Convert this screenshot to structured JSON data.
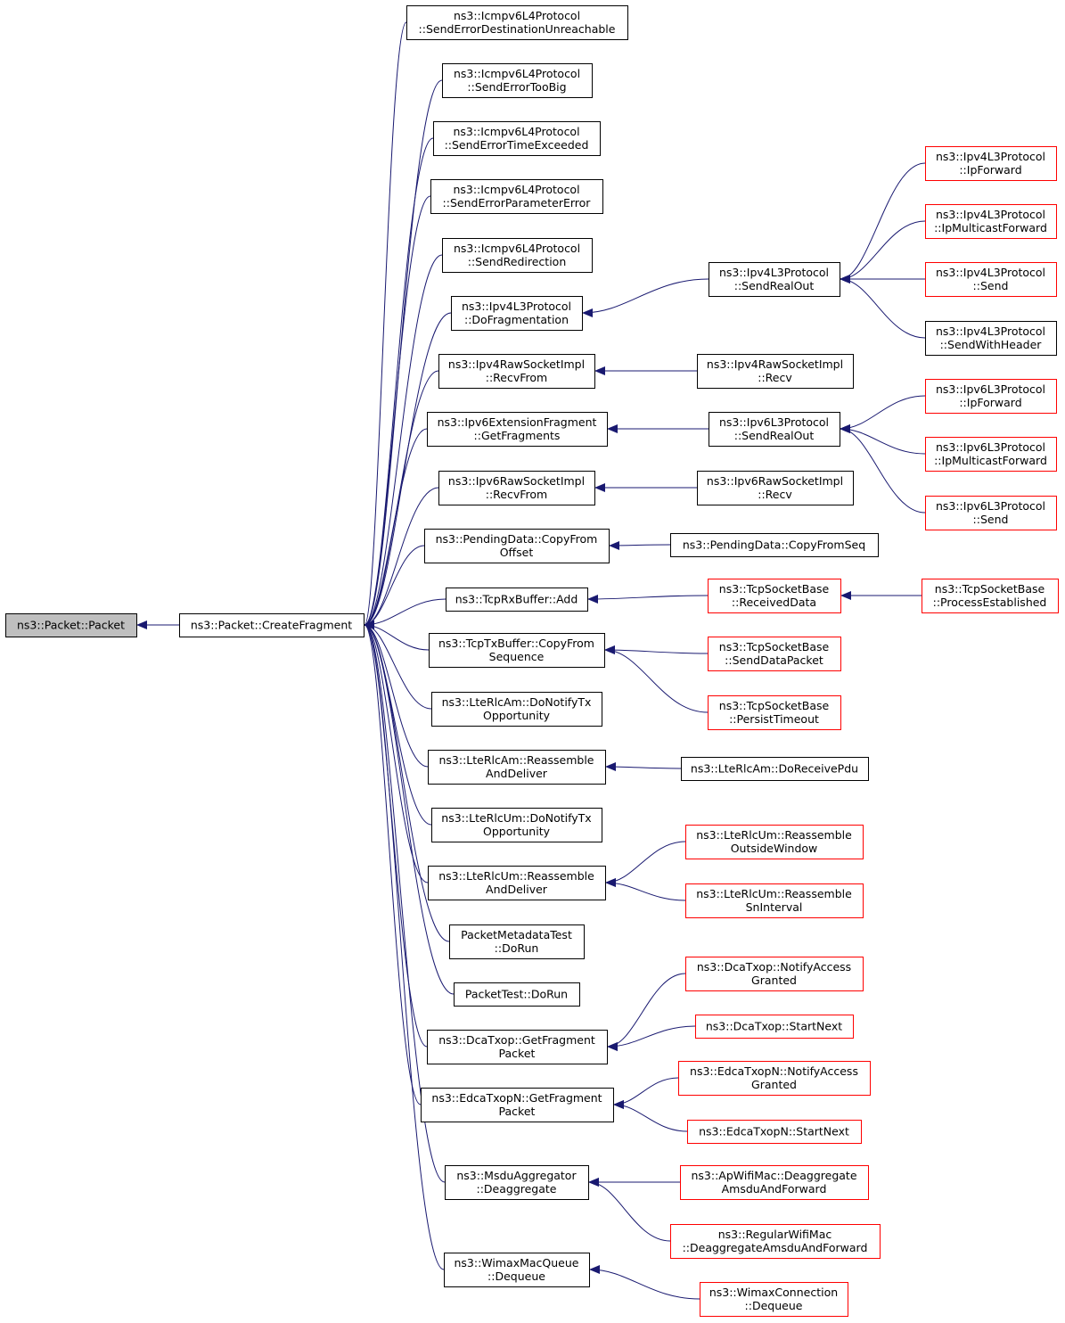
{
  "colors": {
    "edge": "#191970",
    "root_fill": "#bfbfbf",
    "node_fill": "#ffffff",
    "node_border": "#000000",
    "truncated_border": "#ff0000"
  },
  "nodes": [
    {
      "id": "packet",
      "lines": [
        "ns3::Packet::Packet"
      ],
      "root": true
    },
    {
      "id": "createfrag",
      "lines": [
        "ns3::Packet::CreateFragment"
      ]
    },
    {
      "id": "icmp_dest",
      "lines": [
        "ns3::Icmpv6L4Protocol",
        "::SendErrorDestinationUnreachable"
      ]
    },
    {
      "id": "icmp_big",
      "lines": [
        "ns3::Icmpv6L4Protocol",
        "::SendErrorTooBig"
      ]
    },
    {
      "id": "icmp_time",
      "lines": [
        "ns3::Icmpv6L4Protocol",
        "::SendErrorTimeExceeded"
      ]
    },
    {
      "id": "icmp_param",
      "lines": [
        "ns3::Icmpv6L4Protocol",
        "::SendErrorParameterError"
      ]
    },
    {
      "id": "icmp_redir",
      "lines": [
        "ns3::Icmpv6L4Protocol",
        "::SendRedirection"
      ]
    },
    {
      "id": "ipv4_dofrag",
      "lines": [
        "ns3::Ipv4L3Protocol",
        "::DoFragmentation"
      ]
    },
    {
      "id": "ipv4raw_recvfrom",
      "lines": [
        "ns3::Ipv4RawSocketImpl",
        "::RecvFrom"
      ]
    },
    {
      "id": "ipv6ext_getfrag",
      "lines": [
        "ns3::Ipv6ExtensionFragment",
        "::GetFragments"
      ]
    },
    {
      "id": "ipv6raw_recvfrom",
      "lines": [
        "ns3::Ipv6RawSocketImpl",
        "::RecvFrom"
      ]
    },
    {
      "id": "pending_copyoff",
      "lines": [
        "ns3::PendingData::CopyFrom",
        "Offset"
      ]
    },
    {
      "id": "tcprx_add",
      "lines": [
        "ns3::TcpRxBuffer::Add"
      ]
    },
    {
      "id": "tcptx_copyseq",
      "lines": [
        "ns3::TcpTxBuffer::CopyFrom",
        "Sequence"
      ]
    },
    {
      "id": "rlcam_notify",
      "lines": [
        "ns3::LteRlcAm::DoNotifyTx",
        "Opportunity"
      ]
    },
    {
      "id": "rlcam_reasm",
      "lines": [
        "ns3::LteRlcAm::Reassemble",
        "AndDeliver"
      ]
    },
    {
      "id": "rlcum_notify",
      "lines": [
        "ns3::LteRlcUm::DoNotifyTx",
        "Opportunity"
      ]
    },
    {
      "id": "rlcum_reasm",
      "lines": [
        "ns3::LteRlcUm::Reassemble",
        "AndDeliver"
      ]
    },
    {
      "id": "pmt_dorun",
      "lines": [
        "PacketMetadataTest",
        "::DoRun"
      ]
    },
    {
      "id": "pt_dorun",
      "lines": [
        "PacketTest::DoRun"
      ]
    },
    {
      "id": "dca_getfrag",
      "lines": [
        "ns3::DcaTxop::GetFragment",
        "Packet"
      ]
    },
    {
      "id": "edca_getfrag",
      "lines": [
        "ns3::EdcaTxopN::GetFragment",
        "Packet"
      ]
    },
    {
      "id": "msdu_deagg",
      "lines": [
        "ns3::MsduAggregator",
        "::Deaggregate"
      ]
    },
    {
      "id": "wimax_deq",
      "lines": [
        "ns3::WimaxMacQueue",
        "::Dequeue"
      ]
    },
    {
      "id": "ipv4_sendrealout",
      "lines": [
        "ns3::Ipv4L3Protocol",
        "::SendRealOut"
      ]
    },
    {
      "id": "ipv4raw_recv",
      "lines": [
        "ns3::Ipv4RawSocketImpl",
        "::Recv"
      ]
    },
    {
      "id": "ipv6_sendrealout",
      "lines": [
        "ns3::Ipv6L3Protocol",
        "::SendRealOut"
      ]
    },
    {
      "id": "ipv6raw_recv",
      "lines": [
        "ns3::Ipv6RawSocketImpl",
        "::Recv"
      ]
    },
    {
      "id": "pending_copyseq",
      "lines": [
        "ns3::PendingData::CopyFromSeq"
      ]
    },
    {
      "id": "tcp_recvdata",
      "lines": [
        "ns3::TcpSocketBase",
        "::ReceivedData"
      ],
      "truncated": true
    },
    {
      "id": "tcp_senddata",
      "lines": [
        "ns3::TcpSocketBase",
        "::SendDataPacket"
      ],
      "truncated": true
    },
    {
      "id": "tcp_persist",
      "lines": [
        "ns3::TcpSocketBase",
        "::PersistTimeout"
      ],
      "truncated": true
    },
    {
      "id": "rlcam_dorecv",
      "lines": [
        "ns3::LteRlcAm::DoReceivePdu"
      ]
    },
    {
      "id": "rlcum_outside",
      "lines": [
        "ns3::LteRlcUm::Reassemble",
        "OutsideWindow"
      ],
      "truncated": true
    },
    {
      "id": "rlcum_sninterval",
      "lines": [
        "ns3::LteRlcUm::Reassemble",
        "SnInterval"
      ],
      "truncated": true
    },
    {
      "id": "dca_notify",
      "lines": [
        "ns3::DcaTxop::NotifyAccess",
        "Granted"
      ],
      "truncated": true
    },
    {
      "id": "dca_startnext",
      "lines": [
        "ns3::DcaTxop::StartNext"
      ],
      "truncated": true
    },
    {
      "id": "edca_notify",
      "lines": [
        "ns3::EdcaTxopN::NotifyAccess",
        "Granted"
      ],
      "truncated": true
    },
    {
      "id": "edca_startnext",
      "lines": [
        "ns3::EdcaTxopN::StartNext"
      ],
      "truncated": true
    },
    {
      "id": "apwifi_deagg",
      "lines": [
        "ns3::ApWifiMac::Deaggregate",
        "AmsduAndForward"
      ],
      "truncated": true
    },
    {
      "id": "regwifi_deagg",
      "lines": [
        "ns3::RegularWifiMac",
        "::DeaggregateAmsduAndForward"
      ],
      "truncated": true
    },
    {
      "id": "wimaxconn_deq",
      "lines": [
        "ns3::WimaxConnection",
        "::Dequeue"
      ],
      "truncated": true
    },
    {
      "id": "ipv4_ipforward",
      "lines": [
        "ns3::Ipv4L3Protocol",
        "::IpForward"
      ],
      "truncated": true
    },
    {
      "id": "ipv4_ipmcast",
      "lines": [
        "ns3::Ipv4L3Protocol",
        "::IpMulticastForward"
      ],
      "truncated": true
    },
    {
      "id": "ipv4_send",
      "lines": [
        "ns3::Ipv4L3Protocol",
        "::Send"
      ],
      "truncated": true
    },
    {
      "id": "ipv4_sendhdr",
      "lines": [
        "ns3::Ipv4L3Protocol",
        "::SendWithHeader"
      ]
    },
    {
      "id": "ipv6_ipforward",
      "lines": [
        "ns3::Ipv6L3Protocol",
        "::IpForward"
      ],
      "truncated": true
    },
    {
      "id": "ipv6_ipmcast",
      "lines": [
        "ns3::Ipv6L3Protocol",
        "::IpMulticastForward"
      ],
      "truncated": true
    },
    {
      "id": "ipv6_send",
      "lines": [
        "ns3::Ipv6L3Protocol",
        "::Send"
      ],
      "truncated": true
    },
    {
      "id": "tcp_procest",
      "lines": [
        "ns3::TcpSocketBase",
        "::ProcessEstablished"
      ],
      "truncated": true
    }
  ],
  "edges": [
    {
      "from": "createfrag",
      "to": "packet"
    },
    {
      "from": "icmp_dest",
      "to": "createfrag"
    },
    {
      "from": "icmp_big",
      "to": "createfrag"
    },
    {
      "from": "icmp_time",
      "to": "createfrag"
    },
    {
      "from": "icmp_param",
      "to": "createfrag"
    },
    {
      "from": "icmp_redir",
      "to": "createfrag"
    },
    {
      "from": "ipv4_dofrag",
      "to": "createfrag"
    },
    {
      "from": "ipv4raw_recvfrom",
      "to": "createfrag"
    },
    {
      "from": "ipv6ext_getfrag",
      "to": "createfrag"
    },
    {
      "from": "ipv6raw_recvfrom",
      "to": "createfrag"
    },
    {
      "from": "pending_copyoff",
      "to": "createfrag"
    },
    {
      "from": "tcprx_add",
      "to": "createfrag"
    },
    {
      "from": "tcptx_copyseq",
      "to": "createfrag"
    },
    {
      "from": "rlcam_notify",
      "to": "createfrag"
    },
    {
      "from": "rlcam_reasm",
      "to": "createfrag"
    },
    {
      "from": "rlcum_notify",
      "to": "createfrag"
    },
    {
      "from": "rlcum_reasm",
      "to": "createfrag"
    },
    {
      "from": "pmt_dorun",
      "to": "createfrag"
    },
    {
      "from": "pt_dorun",
      "to": "createfrag"
    },
    {
      "from": "dca_getfrag",
      "to": "createfrag"
    },
    {
      "from": "edca_getfrag",
      "to": "createfrag"
    },
    {
      "from": "msdu_deagg",
      "to": "createfrag"
    },
    {
      "from": "wimax_deq",
      "to": "createfrag"
    },
    {
      "from": "ipv4_sendrealout",
      "to": "ipv4_dofrag"
    },
    {
      "from": "ipv4raw_recv",
      "to": "ipv4raw_recvfrom"
    },
    {
      "from": "ipv6_sendrealout",
      "to": "ipv6ext_getfrag"
    },
    {
      "from": "ipv6raw_recv",
      "to": "ipv6raw_recvfrom"
    },
    {
      "from": "pending_copyseq",
      "to": "pending_copyoff"
    },
    {
      "from": "tcp_recvdata",
      "to": "tcprx_add"
    },
    {
      "from": "tcp_senddata",
      "to": "tcptx_copyseq"
    },
    {
      "from": "tcp_persist",
      "to": "tcptx_copyseq"
    },
    {
      "from": "rlcam_dorecv",
      "to": "rlcam_reasm"
    },
    {
      "from": "rlcum_outside",
      "to": "rlcum_reasm"
    },
    {
      "from": "rlcum_sninterval",
      "to": "rlcum_reasm"
    },
    {
      "from": "dca_notify",
      "to": "dca_getfrag"
    },
    {
      "from": "dca_startnext",
      "to": "dca_getfrag"
    },
    {
      "from": "edca_notify",
      "to": "edca_getfrag"
    },
    {
      "from": "edca_startnext",
      "to": "edca_getfrag"
    },
    {
      "from": "apwifi_deagg",
      "to": "msdu_deagg"
    },
    {
      "from": "regwifi_deagg",
      "to": "msdu_deagg"
    },
    {
      "from": "wimaxconn_deq",
      "to": "wimax_deq"
    },
    {
      "from": "ipv4_ipforward",
      "to": "ipv4_sendrealout"
    },
    {
      "from": "ipv4_ipmcast",
      "to": "ipv4_sendrealout"
    },
    {
      "from": "ipv4_send",
      "to": "ipv4_sendrealout"
    },
    {
      "from": "ipv4_sendhdr",
      "to": "ipv4_sendrealout"
    },
    {
      "from": "ipv6_ipforward",
      "to": "ipv6_sendrealout"
    },
    {
      "from": "ipv6_ipmcast",
      "to": "ipv6_sendrealout"
    },
    {
      "from": "ipv6_send",
      "to": "ipv6_sendrealout"
    },
    {
      "from": "tcp_procest",
      "to": "tcp_recvdata"
    }
  ]
}
